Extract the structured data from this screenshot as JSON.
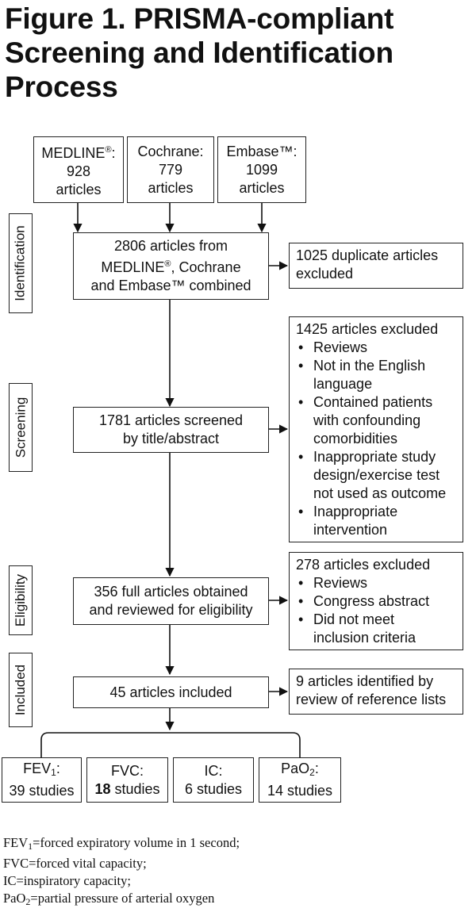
{
  "title": {
    "line1": "Figure 1. PRISMA-compliant",
    "line2": "Screening and Identification",
    "line3": "Process"
  },
  "sources": [
    {
      "name": "MEDLINE",
      "reg": "®",
      "suffix": ":",
      "count": "928",
      "unit": "articles"
    },
    {
      "name": "Cochrane:",
      "count": "779",
      "unit": "articles"
    },
    {
      "name": "Embase™:",
      "count": "1099",
      "unit": "articles"
    }
  ],
  "stages": {
    "identification": "Identification",
    "screening": "Screening",
    "eligibility": "Eligibility",
    "included": "Included"
  },
  "combined": {
    "line1": "2806 articles from",
    "line2a": "MEDLINE",
    "line2b": ", Cochrane",
    "line3": "and Embase™ combined"
  },
  "duplicates": {
    "line1": "1025 duplicate articles",
    "line2": "excluded"
  },
  "screened": {
    "line1": "1781 articles screened",
    "line2": "by title/abstract"
  },
  "screen_excluded": {
    "heading": "1425 articles excluded",
    "items": [
      [
        "Reviews"
      ],
      [
        "Not in the English",
        "language"
      ],
      [
        "Contained patients",
        "with confounding",
        "comorbidities"
      ],
      [
        "Inappropriate study",
        "design/exercise test",
        "not used as outcome"
      ],
      [
        "Inappropriate",
        "intervention"
      ]
    ]
  },
  "full_articles": {
    "line1": "356 full articles obtained",
    "line2": "and reviewed for eligibility"
  },
  "full_excluded": {
    "heading": "278 articles excluded",
    "items": [
      [
        "Reviews"
      ],
      [
        "Congress abstract"
      ],
      [
        "Did not meet",
        "inclusion criteria"
      ]
    ]
  },
  "included": {
    "label": "45 articles included"
  },
  "reference_lists": {
    "line1": "9 articles identified by",
    "line2": "review of reference lists"
  },
  "outcomes": [
    {
      "name": "FEV",
      "sub": "1",
      "suffix": ":",
      "count": "39",
      "unit": "studies"
    },
    {
      "name": "FVC:",
      "count": "18",
      "unit": "studies"
    },
    {
      "name": "IC:",
      "count": "6",
      "unit": "studies"
    },
    {
      "name": "PaO",
      "sub": "2",
      "suffix": ":",
      "count": "14",
      "unit": "studies"
    }
  ],
  "footnotes": [
    {
      "pre": "FEV",
      "sub": "1",
      "post": "=forced expiratory volume in 1 second;"
    },
    {
      "pre": "FVC=forced vital capacity;"
    },
    {
      "pre": "IC=inspiratory capacity;"
    },
    {
      "pre": "PaO",
      "sub": "2",
      "post": "=partial pressure of arterial oxygen"
    }
  ]
}
